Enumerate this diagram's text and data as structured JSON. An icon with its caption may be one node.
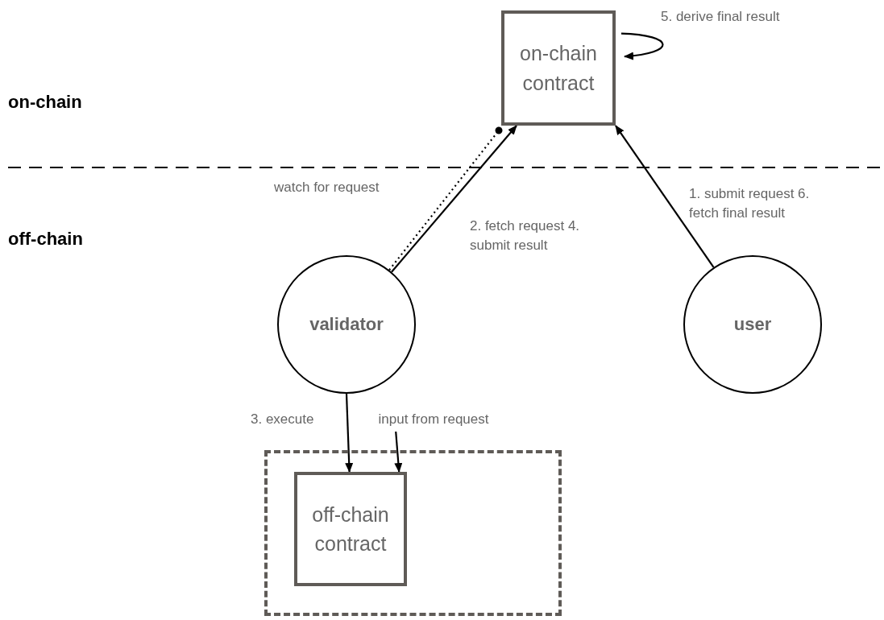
{
  "diagram": {
    "nodes": [
      {
        "text": [
          "on-chain contract"
        ]
      },
      {
        "text": [
          "validator"
        ]
      },
      {
        "text": [
          "user"
        ]
      },
      {
        "text": [],
        "shape": "box"
      },
      {
        "text": [
          "off-chain contract"
        ],
        "in": 3
      },
      {
        "text": [
          "input from request"
        ]
      }
    ],
    "edges": [
      {
        "from": 1,
        "to": 0,
        "arrow": "other",
        "style": "dashed",
        "label": "watch for request"
      },
      {
        "from": 1,
        "to": 0,
        "arrow": "to",
        "label": "2. fetch request 4. submit result"
      },
      {
        "from": 2,
        "to": 0,
        "arrow": "to",
        "label": "1. submit request 6. fetch final result"
      },
      {
        "from": 0,
        "to": 0,
        "arrow": "to",
        "label": "5. derive final result"
      },
      {
        "from": 1,
        "to": 4,
        "arrow": "to",
        "label": "3. execute"
      },
      {
        "from": 5,
        "to": 4,
        "arrow": "to"
      }
    ],
    "labels": [
      "on-chain",
      "off-chain"
    ]
  }
}
